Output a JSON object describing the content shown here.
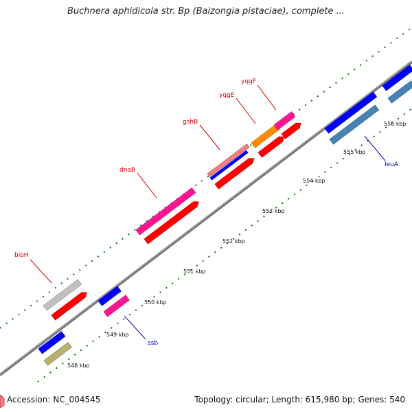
{
  "title": "Buchnera aphidicola str. Bp (Baizongia pistaciae), complete ...",
  "footer": {
    "accession": "Accession: NC_004545",
    "summary": "Topology: circular; Length: 615,980 bp; Genes: 540"
  },
  "colors": {
    "backbone": "#888888",
    "cds_forward": "#ff0000",
    "cds_reverse": "#0000ff",
    "rna_pink": "#ff1493",
    "gray_feature": "#c0c0c0",
    "orange_feature": "#ff8c00",
    "steelblue_feature": "#4682b4",
    "olive_feature": "#b8b070",
    "tick": "#007000",
    "label_forward": "#cc0000",
    "label_reverse": "#0000cc"
  },
  "ticks": [
    "548 kbp",
    "549 kbp",
    "550 kbp",
    "551 kbp",
    "552 kbp",
    "553 kbp",
    "554 kbp",
    "555 kbp",
    "556 kbp"
  ],
  "gene_labels": [
    {
      "id": "bioH",
      "text": "bioH",
      "strand": "forward"
    },
    {
      "id": "dnaB",
      "text": "dnaB",
      "strand": "forward"
    },
    {
      "id": "gshB",
      "text": "gshB",
      "strand": "forward"
    },
    {
      "id": "yqgE",
      "text": "yqgE",
      "strand": "forward"
    },
    {
      "id": "yqgF",
      "text": "yqgF",
      "strand": "forward"
    },
    {
      "id": "ssb",
      "text": "ssb",
      "strand": "reverse"
    },
    {
      "id": "leuA",
      "text": "leuA",
      "strand": "reverse"
    }
  ]
}
